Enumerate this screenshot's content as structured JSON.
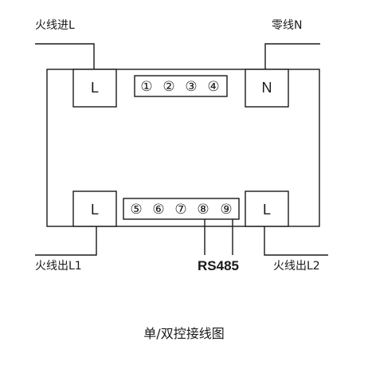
{
  "labels": {
    "live_in": "火线进L",
    "neutral": "零线N",
    "live_out_1": "火线出L1",
    "live_out_2": "火线出L2",
    "rs485": "RS485",
    "caption": "单/双控接线图"
  },
  "terminals": {
    "top_left": "L",
    "top_right": "N",
    "bottom_left": "L",
    "bottom_right": "L"
  },
  "pins": {
    "top": [
      "①",
      "②",
      "③",
      "④"
    ],
    "bottom": [
      "⑤",
      "⑥",
      "⑦",
      "⑧",
      "⑨"
    ]
  }
}
